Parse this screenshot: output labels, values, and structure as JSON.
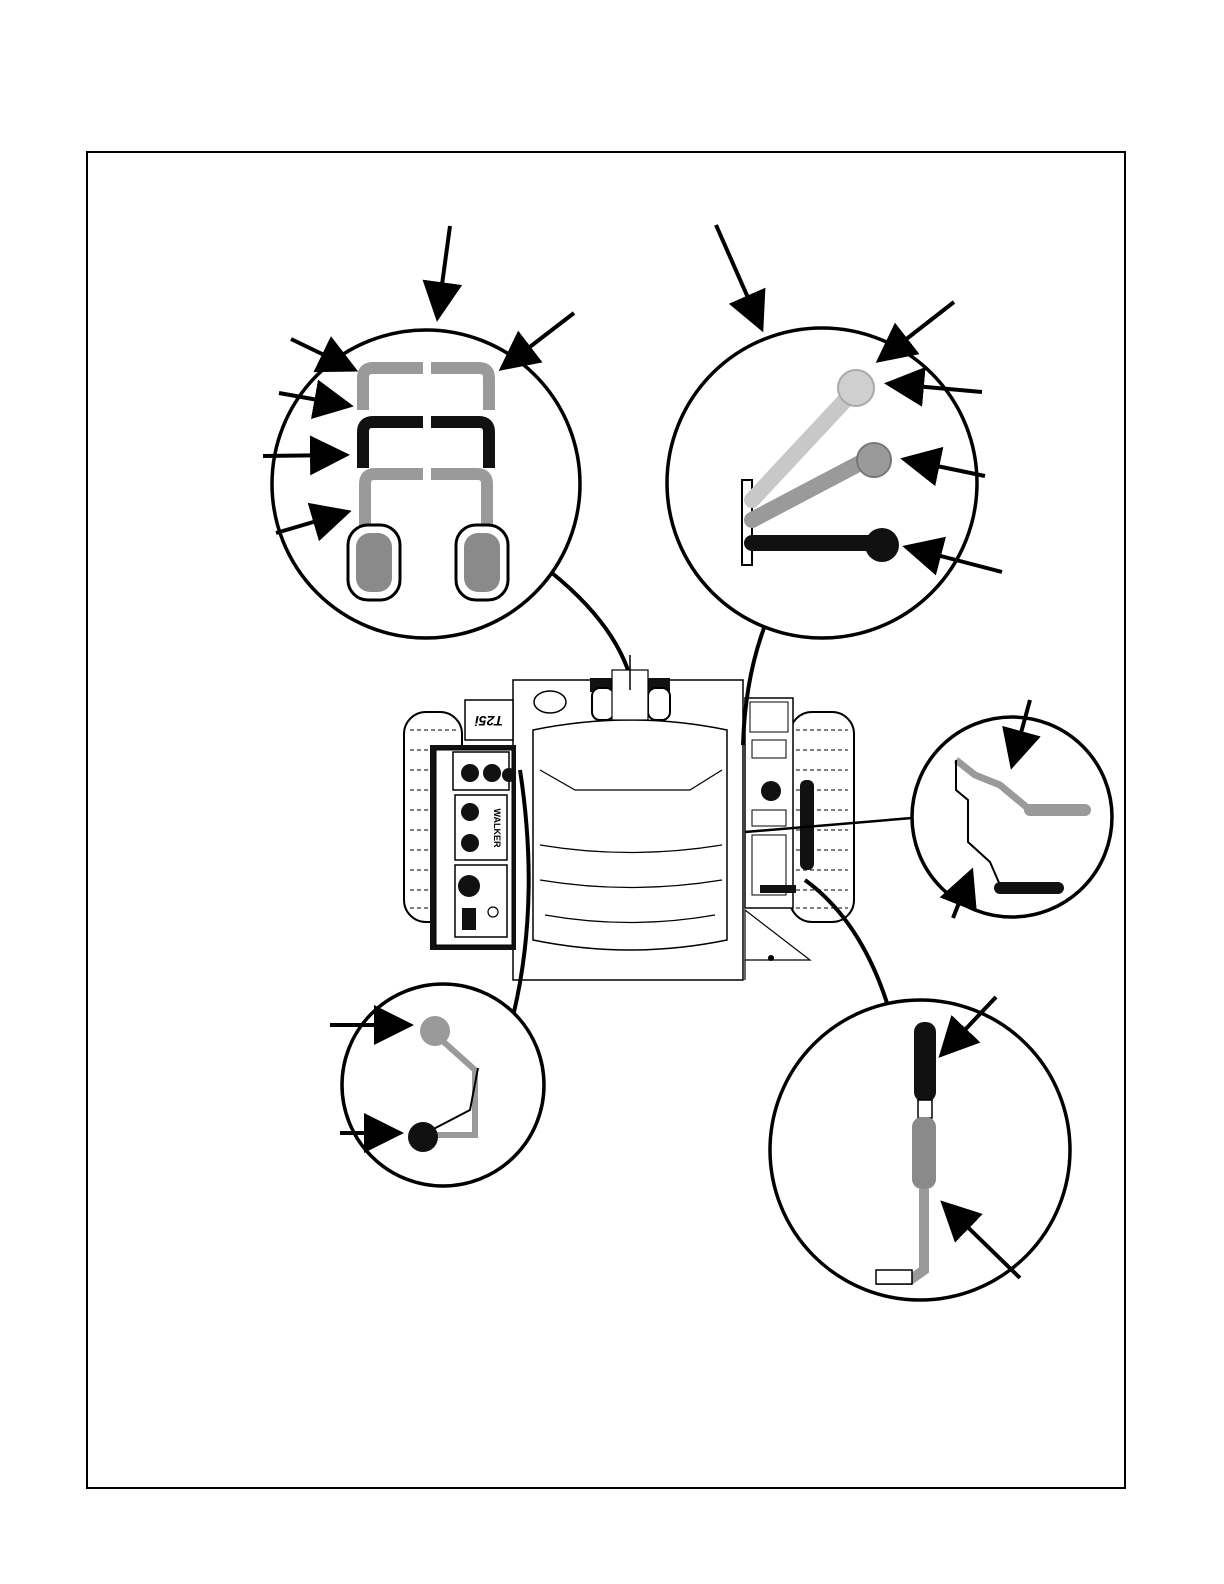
{
  "figure": {
    "model_badge_text": "T25i",
    "panel_brand_text": "WALKER",
    "colors": {
      "line": "#000000",
      "light_gray": "#9a9a9a",
      "mid_gray": "#8a8a8a",
      "dark": "#111111",
      "background": "#ffffff"
    },
    "callouts": [
      {
        "id": "steering-levers",
        "label": ""
      },
      {
        "id": "deck-lift-lever",
        "label": ""
      },
      {
        "id": "throttle-choke",
        "label": ""
      },
      {
        "id": "parking-brake",
        "label": ""
      },
      {
        "id": "pto-lever",
        "label": ""
      }
    ]
  }
}
